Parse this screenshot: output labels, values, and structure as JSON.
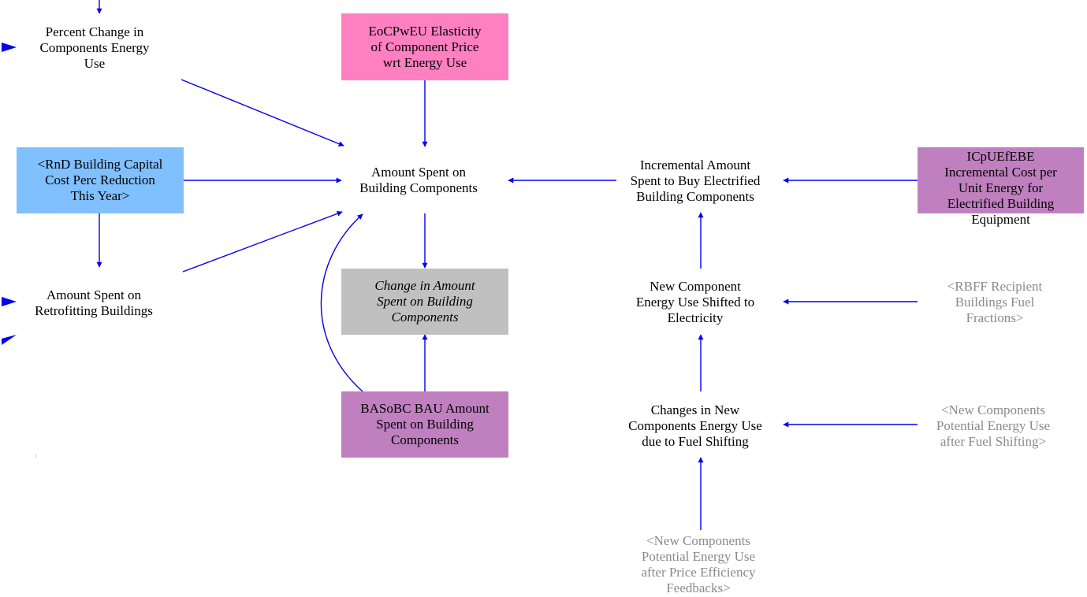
{
  "nodes": {
    "percent_change": "Percent Change in\nComponents Energy\nUse",
    "eocpweu": "EoCPwEU Elasticity\nof Component Price\nwrt Energy Use",
    "rnd_capital": "<RnD Building Capital\nCost Perc Reduction\nThis Year>",
    "amount_spent_components": "Amount Spent on\nBuilding Components",
    "incremental_amount": "Incremental Amount\nSpent to Buy Electrified\nBuilding Components",
    "icpuefebe": "ICpUEfEBE\nIncremental Cost per\nUnit Energy for\nElectrified Building\nEquipment",
    "amount_spent_retrofitting": "Amount Spent on\nRetrofitting Buildings",
    "change_amount_spent": "Change in Amount\nSpent on Building\nComponents",
    "new_component_energy": "New Component\nEnergy Use Shifted to\nElectricity",
    "rbff_recipient": "<RBFF Recipient\nBuildings Fuel\nFractions>",
    "basobc": "BASoBC BAU Amount\nSpent on Building\nComponents",
    "changes_new_components": "Changes in New\nComponents Energy Use\ndue to Fuel Shifting",
    "new_components_fuel_shifting": "<New Components\nPotential Energy Use\nafter Fuel Shifting>",
    "new_components_price_efficiency": "<New Components\nPotential Energy Use\nafter Price Efficiency\nFeedbacks>"
  },
  "colors": {
    "arrow": "#0000ee",
    "pink": "#ff80c0",
    "blue": "#80c0ff",
    "gray": "#c0c0c0",
    "purple": "#c080c0",
    "shadow_text": "#8a8a8a"
  }
}
